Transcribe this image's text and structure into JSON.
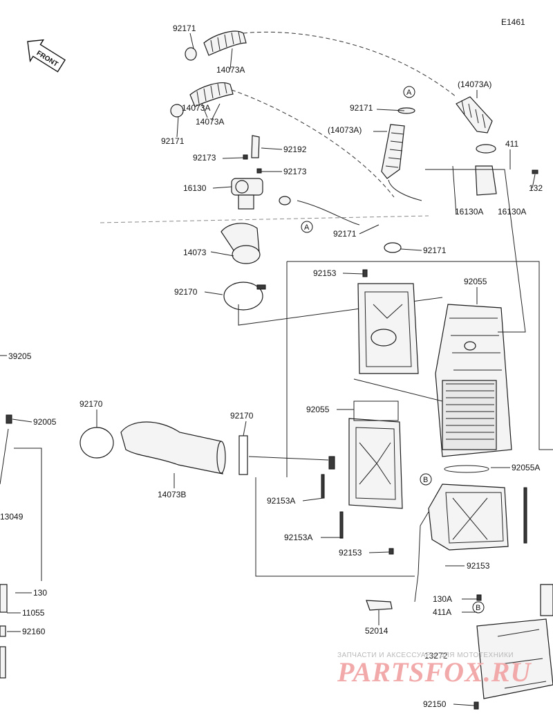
{
  "diagram_code": "E1461",
  "front_label": "FRONT",
  "callouts": {
    "a": "A",
    "b": "B"
  },
  "labels": [
    "92171",
    "14073A",
    "92171",
    "14073A",
    "92171",
    "14073A",
    "(14073A)",
    "(14073A)",
    "92173",
    "92192",
    "92173",
    "16130",
    "92171",
    "92171",
    "14073",
    "92170",
    "92153",
    "92055",
    "92055",
    "92055A",
    "92170",
    "92170",
    "14073B",
    "92005",
    "39205",
    "13049",
    "92153A",
    "92153A",
    "92153",
    "92153",
    "411",
    "132",
    "16130A",
    "16130A",
    "52014",
    "130A",
    "411A",
    "13272",
    "92150",
    "130",
    "11055",
    "92160"
  ],
  "watermark": {
    "top": "ЗАПЧАСТИ И АКСЕССУАРЫ ДЛЯ МОТОТЕХНИКИ",
    "brand": "PARTSFOX.RU"
  }
}
